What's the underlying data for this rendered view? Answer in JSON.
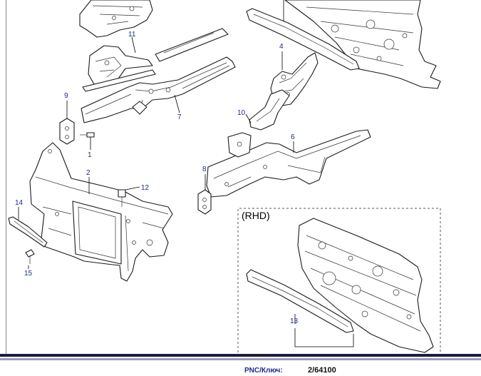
{
  "diagram": {
    "callouts": {
      "c1": "1",
      "c2": "2",
      "c4": "4",
      "c6": "6",
      "c7": "7",
      "c8": "8",
      "c9": "9",
      "c10": "10",
      "c11": "11",
      "c12": "12",
      "c13": "13",
      "c14": "14",
      "c15": "15"
    },
    "rhd_label": "(RHD)"
  },
  "footer": {
    "pnc_label": "PNC/Ключ:",
    "pnc_value": "2/64100"
  },
  "colors": {
    "callout_text": "#1a2a8a",
    "footer_rule": "#1c1c3c"
  }
}
